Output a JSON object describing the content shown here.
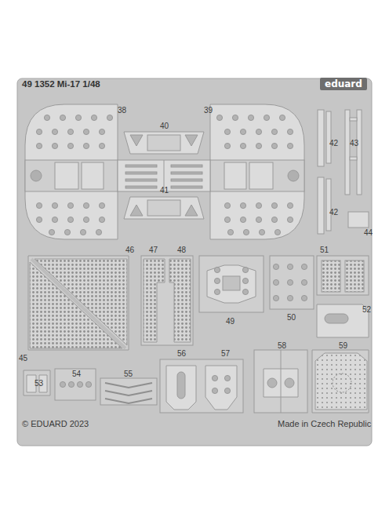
{
  "diagram": {
    "title": "49 1352 Mi-17 1/48",
    "labels": [
      "eduard",
      "38",
      "39",
      "40",
      "41",
      "42",
      "42",
      "43",
      "44",
      "46",
      "45",
      "47",
      "48",
      "49",
      "50",
      "51",
      "52",
      "53",
      "54",
      "55",
      "56",
      "57",
      "58",
      "59",
      "© EDUARD 2023",
      "Made in Czech Republic"
    ]
  }
}
